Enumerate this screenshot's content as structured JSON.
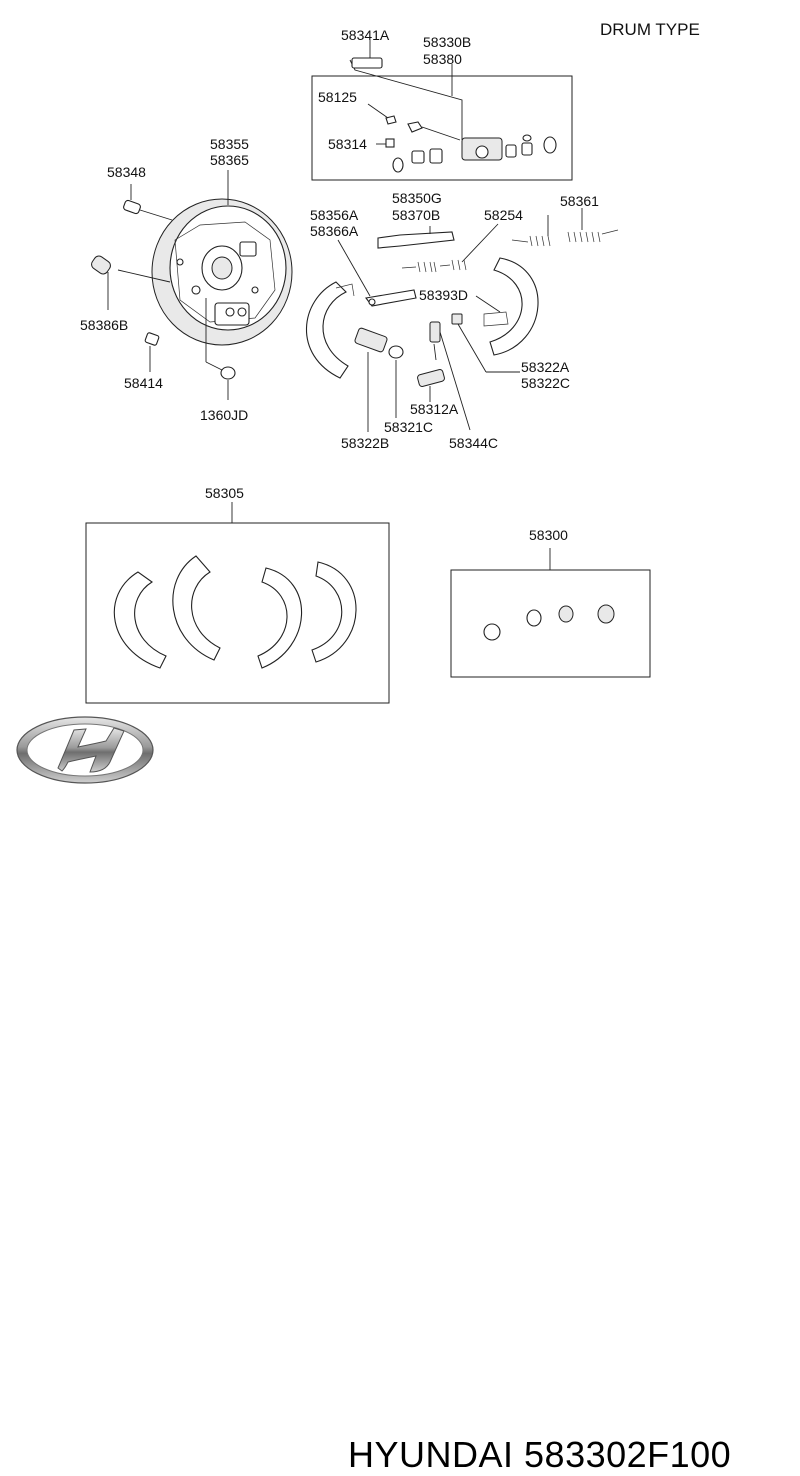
{
  "diagram": {
    "title": "DRUM TYPE",
    "labels": {
      "p58341A": "58341A",
      "p58330B": "58330B",
      "p58380": "58380",
      "p58125": "58125",
      "p58314": "58314",
      "p58355": "58355",
      "p58365": "58365",
      "p58348": "58348",
      "p58350G": "58350G",
      "p58370B": "58370B",
      "p58356A": "58356A",
      "p58366A": "58366A",
      "p58254": "58254",
      "p58361": "58361",
      "p58393D": "58393D",
      "p58386B": "58386B",
      "p58414": "58414",
      "p1360JD": "1360JD",
      "p58322A": "58322A",
      "p58322C": "58322C",
      "p58312A": "58312A",
      "p58321C": "58321C",
      "p58322B": "58322B",
      "p58344C": "58344C",
      "p58305": "58305",
      "p58300": "58300"
    }
  },
  "footer": {
    "brand_logo": "hyundai-logo",
    "caption": "HYUNDAI 583302F100"
  }
}
